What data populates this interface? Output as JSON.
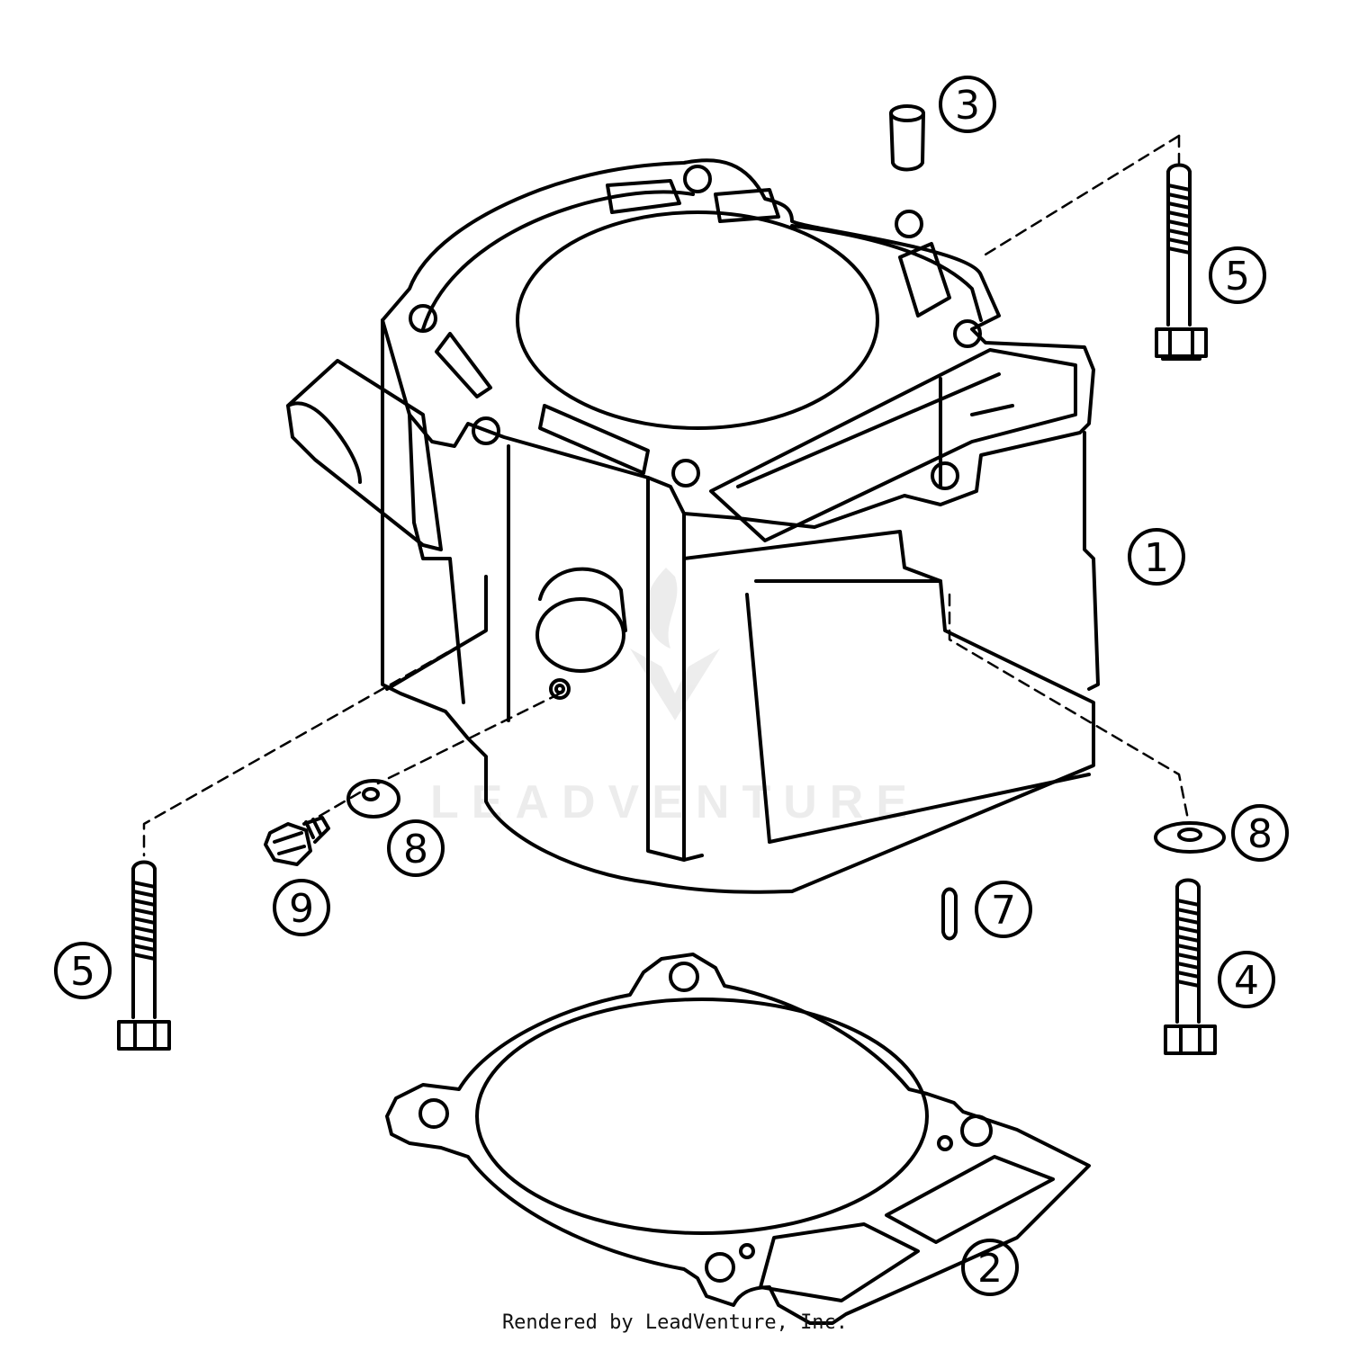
{
  "watermark": "LEADVENTURE",
  "footer": "Rendered by LeadVenture, Inc.",
  "callouts": {
    "c1": "1",
    "c2": "2",
    "c3": "3",
    "c4": "4",
    "c5_top": "5",
    "c5_left": "5",
    "c7": "7",
    "c8_left": "8",
    "c8_right": "8",
    "c9": "9"
  },
  "colors": {
    "line": "#000000",
    "background": "#ffffff"
  }
}
